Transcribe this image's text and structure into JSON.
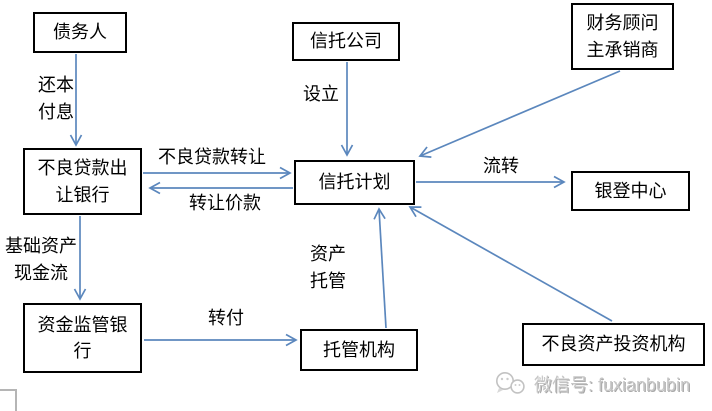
{
  "colors": {
    "arrow": "#5b87bd",
    "box_border": "#000000",
    "watermark": "#c6c6c6"
  },
  "nodes": {
    "debtor": {
      "label": "债务人"
    },
    "trust_company": {
      "label": "信托公司"
    },
    "financial_advisor": {
      "line1": "财务顾问",
      "line2": "主承销商"
    },
    "npl_transfer_bank": {
      "line1": "不良贷款出",
      "line2": "让银行"
    },
    "trust_plan": {
      "label": "信托计划"
    },
    "bank_registry_center": {
      "label": "银登中心"
    },
    "fund_supervision_bank": {
      "line1": "资金监管银",
      "line2": "行"
    },
    "custodian": {
      "label": "托管机构"
    },
    "npl_investor": {
      "label": "不良资产投资机构"
    }
  },
  "edge_labels": {
    "repay_line1": "还本",
    "repay_line2": "付息",
    "establish": "设立",
    "npl_transfer": "不良贷款转让",
    "transfer_price": "转让价款",
    "circulation": "流转",
    "cashflow_line1": "基础资产",
    "cashflow_line2": "现金流",
    "forward_payment": "转付",
    "custody_line1": "资产",
    "custody_line2": "托管"
  },
  "watermark": {
    "text": "微信号: fuxianbubin"
  }
}
